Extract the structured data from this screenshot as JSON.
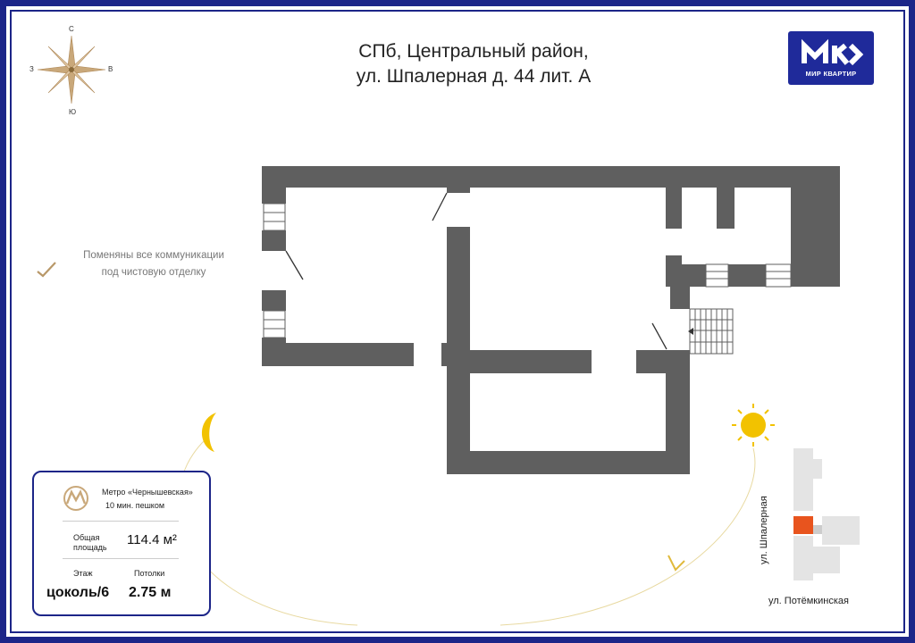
{
  "header": {
    "title_line1": "СПб, Центральный район,",
    "title_line2": "ул. Шпалерная д. 44 лит. А"
  },
  "logo": {
    "text": "МИР КВАРТИР",
    "mark": "МК",
    "color": "#1f2a9a"
  },
  "compass": {
    "north": "С",
    "south": "Ю",
    "west": "З",
    "east": "В"
  },
  "note": {
    "line1": "Поменяны все коммуникации",
    "line2": "под чистовую отделку",
    "icon": "check-icon"
  },
  "info": {
    "metro_line1": "Метро «Чернышевская»",
    "metro_line2": "10 мин. пешком",
    "area_label": "Общая площадь",
    "area_value": "114.4 м²",
    "floor_label": "Этаж",
    "floor_value": "цоколь/6",
    "ceiling_label": "Потолки",
    "ceiling_value": "2.75 м",
    "metro_icon": "metro-logo-icon"
  },
  "map": {
    "street_vertical": "ул. Шпалерная",
    "street_horizontal": "ул. Потёмкинская",
    "highlight_color": "#e8541e"
  },
  "colors": {
    "frame": "#1c2588",
    "walls": "#606060",
    "accent": "#c9a87a",
    "sun": "#f2c200"
  }
}
